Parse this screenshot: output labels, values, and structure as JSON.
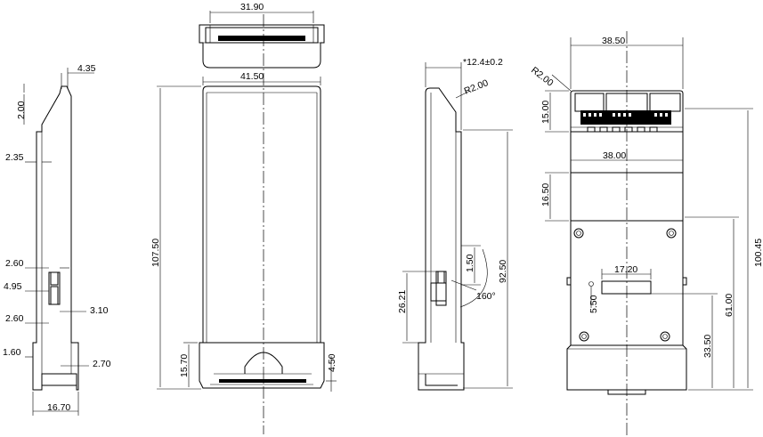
{
  "drawing": {
    "side_left": {
      "top_offset": "4.35",
      "lip": "2.00",
      "wall": "2.35",
      "clip_a": "2.60",
      "clip_b": "4.95",
      "clip_c": "3.10",
      "clip_d": "2.60",
      "foot": "1.60",
      "foot_b": "2.70",
      "width": "16.70"
    },
    "front": {
      "top_width": "31.90",
      "width": "41.50",
      "height": "107.50",
      "base_height": "15.70",
      "base_step": "4.50"
    },
    "side_right": {
      "top": "*12.4±0.2",
      "radius": "R2.00",
      "rotation_a": "1.50",
      "angle": "160°",
      "latch_height": "26.21",
      "height": "92.50"
    },
    "back": {
      "top_width": "38.50",
      "radius": "R2.00",
      "connector_height": "15.00",
      "total_height": "100.45",
      "label_width": "38.00",
      "label_height": "16.50",
      "mid_height": "61.00",
      "slot_width": "17.20",
      "slot_height": "5.50",
      "lower_height": "33.50"
    }
  }
}
